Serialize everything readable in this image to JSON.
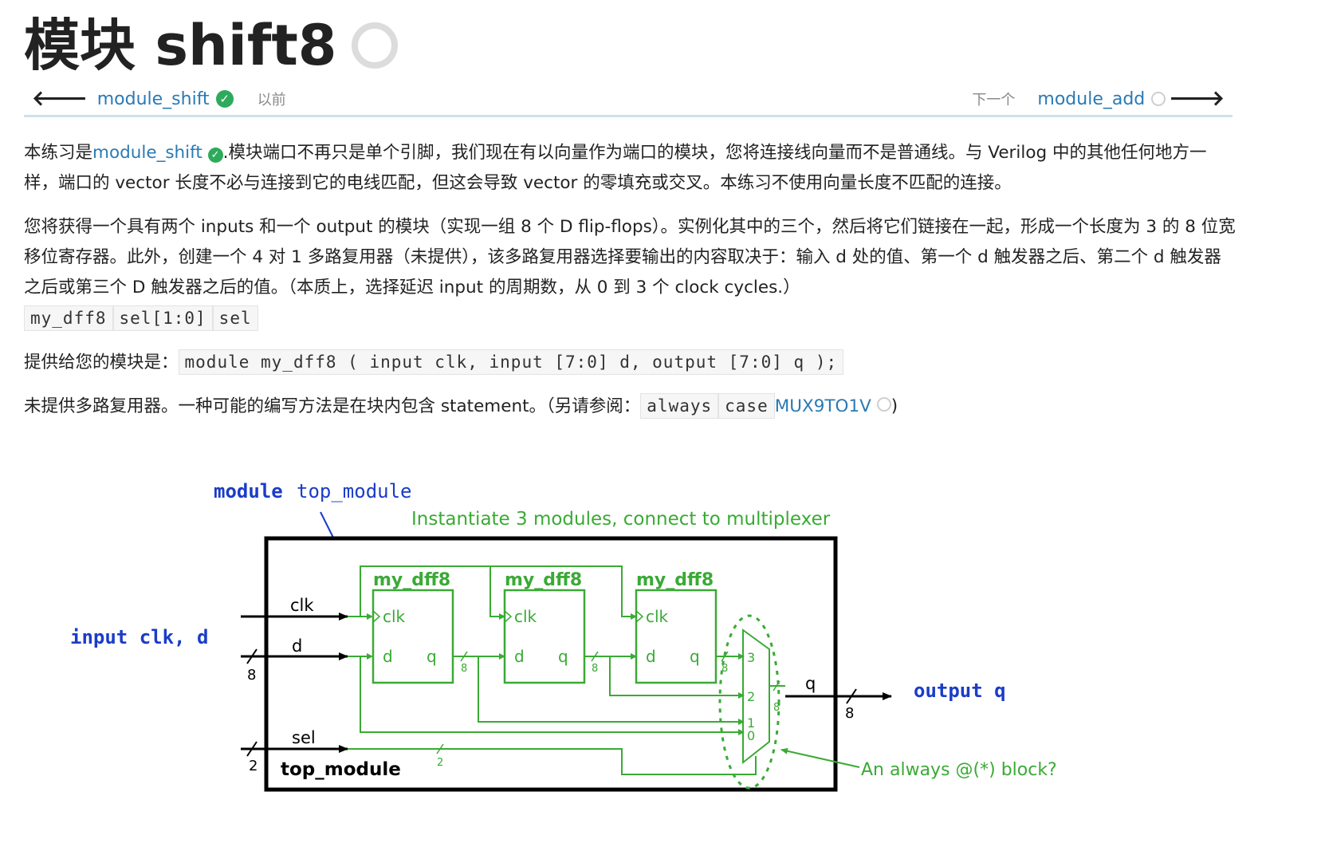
{
  "title": "模块 shift8",
  "nav": {
    "prev_link": "module_shift",
    "prev_label": "以前",
    "next_label": "下一个",
    "next_link": "module_add"
  },
  "para1": {
    "prefix": "本练习是",
    "link": "module_shift",
    "text": ".模块端口不再只是单个引脚，我们现在有以向量作为端口的模块，您将连接线向量而不是普通线。与 Verilog 中的其他任何地方一样，端口的 vector 长度不必与连接到它的电线匹配，但这会导致 vector 的零填充或交叉。本练习不使用向量长度不匹配的连接。"
  },
  "para2": {
    "text": "您将获得一个具有两个 inputs 和一个 output 的模块（实现一组 8 个 D flip-flops）。实例化其中的三个，然后将它们链接在一起，形成一个长度为 3 的 8 位宽移位寄存器。此外，创建一个 4 对 1 多路复用器（未提供），该多路复用器选择要输出的内容取决于：输入 d 处的值、第一个 d 触发器之后、第二个 d 触发器之后或第三个 D 触发器之后的值。（本质上，选择延迟 input 的周期数，从 0 到 3 个 clock cycles.）",
    "codes": [
      "my_dff8",
      "sel[1:0]",
      "sel"
    ]
  },
  "para3": {
    "prefix": "提供给您的模块是：",
    "code": "module my_dff8 ( input clk, input [7:0] d, output [7:0] q );"
  },
  "para4": {
    "prefix": "未提供多路复用器。一种可能的编写方法是在块内包含 statement。（另请参阅：",
    "codes": [
      "always",
      "case"
    ],
    "link": "MUX9TO1V",
    "suffix": ")"
  },
  "diagram": {
    "module_keyword": "module",
    "module_name": "top_module",
    "instantiate_note": "Instantiate 3 modules, connect to multiplexer",
    "input_label": "input clk, d",
    "output_label": "output q",
    "dff_name": "my_dff8",
    "clk": "clk",
    "d": "d",
    "q": "q",
    "sel": "sel",
    "bus8": "8",
    "bus2": "2",
    "mux_inputs": [
      "3",
      "2",
      "1",
      "0"
    ],
    "box_label": "top_module",
    "always_note": "An always @(*) block?",
    "colors": {
      "green": "#3aaa35",
      "blue": "#1a3cc8",
      "black": "#000000"
    }
  }
}
